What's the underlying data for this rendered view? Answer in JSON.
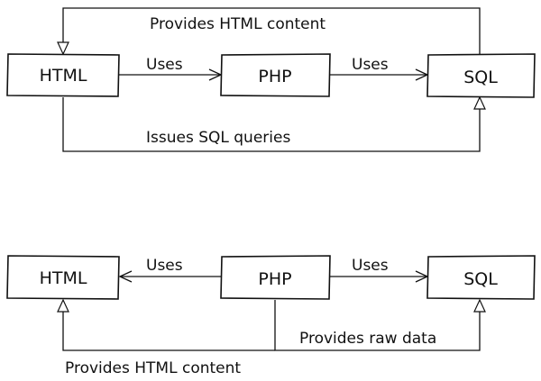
{
  "diagram_top": {
    "nodes": {
      "html": "HTML",
      "php": "PHP",
      "sql": "SQL"
    },
    "edges": {
      "sql_to_html": "Provides HTML content",
      "html_uses_php": "Uses",
      "php_uses_sql": "Uses",
      "html_to_sql": "Issues SQL queries"
    }
  },
  "diagram_bottom": {
    "nodes": {
      "html": "HTML",
      "php": "PHP",
      "sql": "SQL"
    },
    "edges": {
      "php_uses_html": "Uses",
      "php_uses_sql": "Uses",
      "php_to_sql": "Provides raw data",
      "php_to_html": "Provides HTML content"
    }
  }
}
